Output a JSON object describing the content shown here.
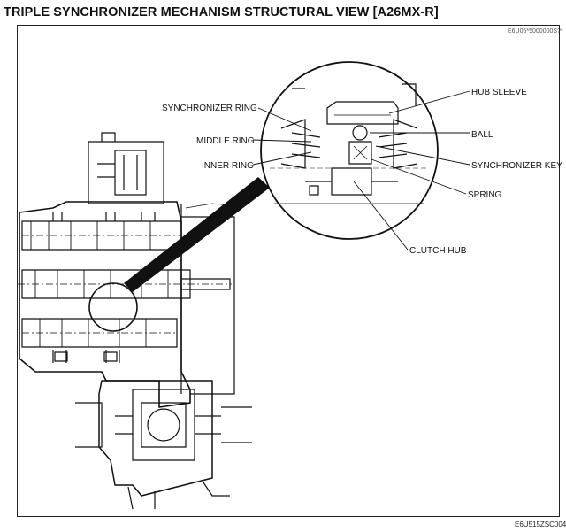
{
  "title": "TRIPLE SYNCHRONIZER MECHANISM STRUCTURAL VIEW [A26MX-R]",
  "reference_top": "E6U05*5000000S?*",
  "reference_bottom": "E6U515ZSC004",
  "labels": {
    "synchronizer_ring": "SYNCHRONIZER RING",
    "middle_ring": "MIDDLE RING",
    "inner_ring": "INNER RING",
    "hub_sleeve": "HUB SLEEVE",
    "ball": "BALL",
    "synchronizer_key": "SYNCHRONIZER KEY",
    "spring": "SPRING",
    "clutch_hub": "CLUTCH HUB"
  }
}
